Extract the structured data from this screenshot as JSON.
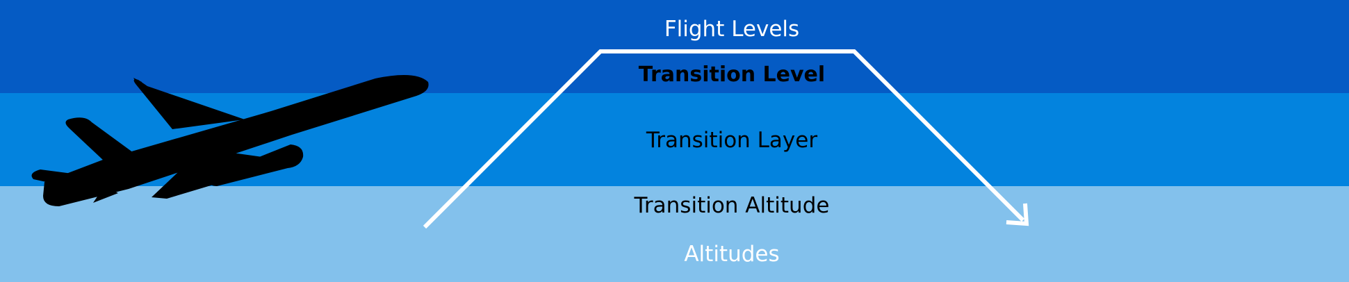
{
  "colors": {
    "flight_levels_band": "#055bc4",
    "transition_layer_band": "#0383de",
    "altitudes_band": "#83c1ec",
    "path": "#ffffff",
    "aircraft": "#000000"
  },
  "labels": {
    "flight_levels": "Flight Levels",
    "transition_level": "Transition Level",
    "transition_layer": "Transition Layer",
    "transition_altitude": "Transition Altitude",
    "altitudes": "Altitudes"
  },
  "icons": {
    "aircraft": "airplane-silhouette-icon",
    "path_end": "arrowhead-icon"
  }
}
